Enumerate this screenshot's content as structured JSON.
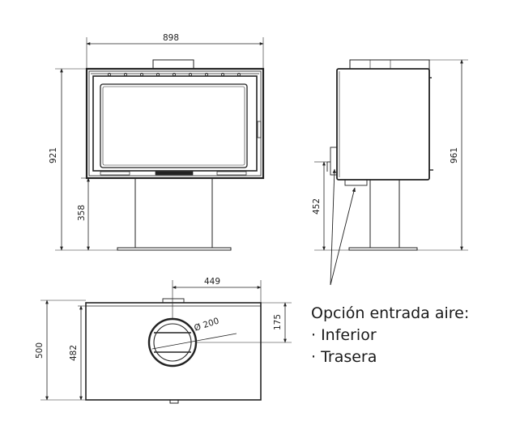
{
  "front_view": {
    "width_label": "898",
    "height_label": "921",
    "base_height_label": "358"
  },
  "side_view": {
    "height_label": "961",
    "inlet_height_label": "452"
  },
  "top_view": {
    "depth_label": "500",
    "inner_depth_label": "482",
    "offset_label": "449",
    "pipe_offset_label": "175",
    "pipe_diameter_label": "Ø 200"
  },
  "air_intake_note": {
    "title": "Opción entrada aire:",
    "options": [
      "· Inferior",
      "· Trasera"
    ]
  }
}
